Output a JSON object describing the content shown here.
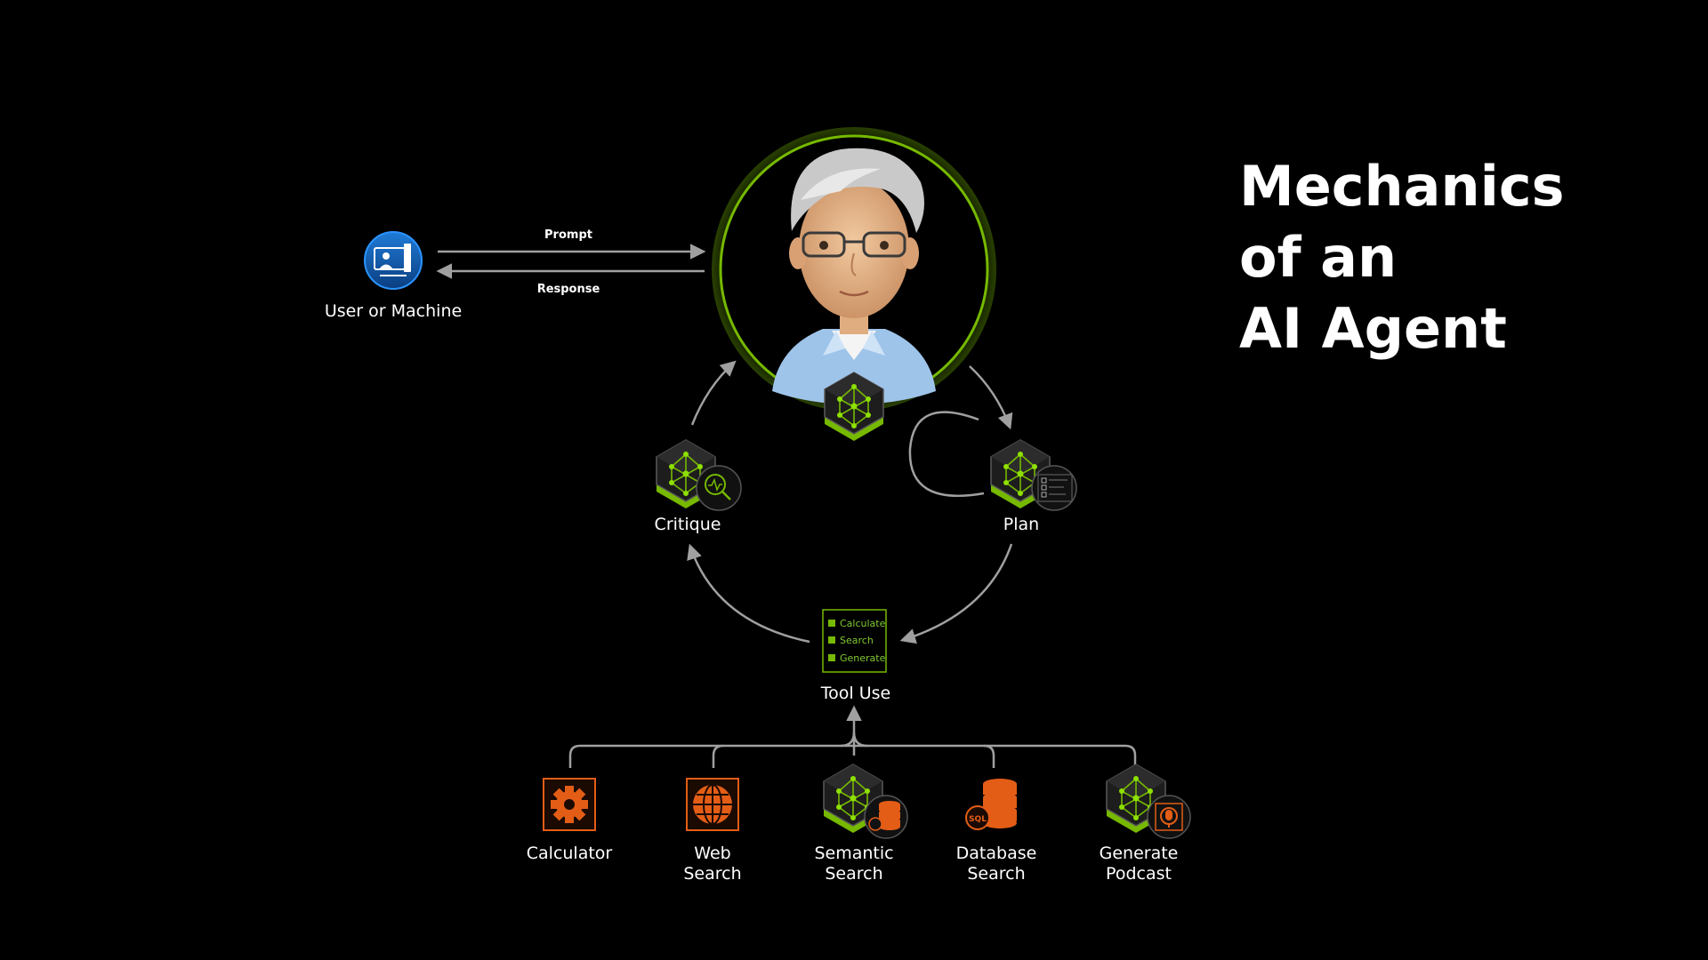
{
  "title_lines": [
    "Mechanics",
    "of an",
    "AI Agent"
  ],
  "user": {
    "label": "User or Machine",
    "icon": "user-terminal-icon"
  },
  "arrows": {
    "prompt": "Prompt",
    "response": "Response"
  },
  "agent": {
    "icon": "agent-avatar",
    "ring_color": "#76b900"
  },
  "loop_nodes": {
    "critique": {
      "label": "Critique",
      "badge_icon": "magnifier-pulse-icon"
    },
    "plan": {
      "label": "Plan",
      "badge_icon": "checklist-icon"
    }
  },
  "tool_use": {
    "label": "Tool Use",
    "checklist": [
      "Calculate",
      "Search",
      "Generate"
    ]
  },
  "tools": [
    {
      "label_lines": [
        "Calculator"
      ],
      "icon": "gear-icon"
    },
    {
      "label_lines": [
        "Web",
        "Search"
      ],
      "icon": "globe-icon"
    },
    {
      "label_lines": [
        "Semantic",
        "Search"
      ],
      "icon": "database-cube-icon"
    },
    {
      "label_lines": [
        "Database",
        "Search"
      ],
      "icon": "sql-database-icon",
      "badge": "SQL"
    },
    {
      "label_lines": [
        "Generate",
        "Podcast"
      ],
      "icon": "microphone-cube-icon"
    }
  ],
  "colors": {
    "accent_green": "#76b900",
    "tool_orange": "#e35d16",
    "connector_gray": "#a0a0a0"
  }
}
